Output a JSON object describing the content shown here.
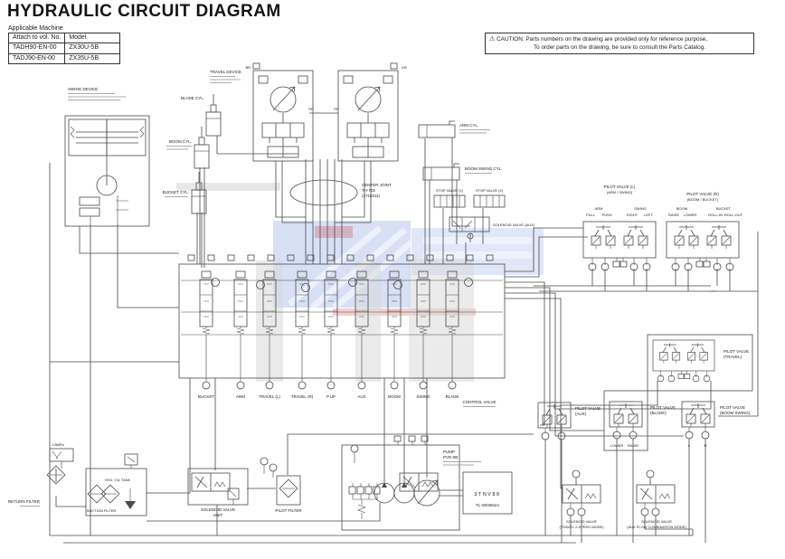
{
  "header": {
    "title": "HYDRAULIC CIRCUIT DIAGRAM",
    "applicable_machine": {
      "caption": "Applicable Machine",
      "headers": [
        "Attach to vol. No.",
        "Model"
      ],
      "rows": [
        {
          "vol_no": "TADH90-EN-00",
          "model": "ZX30U-5B"
        },
        {
          "vol_no": "TADJ90-EN-00",
          "model": "ZX35U-5B"
        }
      ]
    },
    "caution": {
      "icon": "⚠",
      "prefix": "CAUTION:",
      "line1": "Parts numbers on the drawing are provided only for reference purpose,",
      "line2": "To order parts on the drawing, be sure to consult the Parts Catalog."
    }
  },
  "diagram": {
    "swing_device": "SWING DEVICE",
    "travel_device": "TRAVEL DEVICE",
    "port_br": "BR",
    "port_dr": "DR",
    "pp": "PP",
    "center_joint": {
      "l1": "CENTER JOINT",
      "l2": "TH-702",
      "l3": "(4715011)"
    },
    "cylinders": {
      "blade": "BLADE CYL.",
      "boom": "BOOM CYL.",
      "bucket": "BUCKET CYL.",
      "arm": "ARM CYL.",
      "boom_swing": "BOOM SWING CYL."
    },
    "stop_valve_1": "STOP VALVE (1)",
    "stop_valve_2": "STOP VALVE (2)",
    "aux_solenoid": "SOLENOID VALVE (AUX)",
    "control_valve": {
      "note": "CONTROL VALVE",
      "sections": [
        "BUCKET",
        "ARM",
        "TRAVEL (L)",
        "TRAVEL (R)",
        "P.UP",
        "AUX",
        "BOOM",
        "SWING",
        "BLADE"
      ]
    },
    "pump": {
      "l1": "PUMP",
      "l2": "PVD-0B"
    },
    "engine": {
      "model": "3TNV88",
      "sub": "TL-W038mm"
    },
    "tank": {
      "return_filter": "RETURN FILTER",
      "suction_filter": "SUCTION FILTER",
      "name": "HYD. OIL TANK",
      "breather": "1.5MPa"
    },
    "solenoid_unit": {
      "l1": "SOLENOID VALVE",
      "l2": "UNIT"
    },
    "pilot_filter": "PILOT FILTER",
    "pilot_l": {
      "title": "PILOT VALVE (L)",
      "sub": "(ARM / SWING)",
      "fn1": "ARM",
      "fn2": "SWING",
      "d1": "PULL",
      "d2": "PUSH",
      "d3": "RIGHT",
      "d4": "LEFT"
    },
    "pilot_r": {
      "title": "PILOT VALVE (R)",
      "sub": "(BOOM / BUCKET)",
      "fn1": "BOOM",
      "fn2": "BUCKET",
      "d1": "RAISE",
      "d2": "LOWER",
      "d3": "ROLL-IN",
      "d4": "ROLL-OUT"
    },
    "pilot_travel": {
      "l1": "PILOT VALVE",
      "l2": "(TRAVEL)"
    },
    "pedal_aux": {
      "l1": "PILOT VALVE",
      "l2": "(AUX)"
    },
    "pedal_blade": {
      "l1": "PILOT VALVE",
      "l2": "(BLADE)",
      "d1": "LOWER",
      "d2": "RAISE"
    },
    "pedal_boomsw": {
      "l1": "PILOT VALVE",
      "l2": "(BOOM SWING)",
      "d1": "L",
      "d2": "R"
    },
    "sv_travel": {
      "l1": "SOLENOID VALVE",
      "l2": "(TRAVEL 2-SPEED MODE)"
    },
    "sv_aux": {
      "l1": "SOLENOID VALVE",
      "l2": "(AUX FLOW COMBINATION MODE)"
    }
  }
}
